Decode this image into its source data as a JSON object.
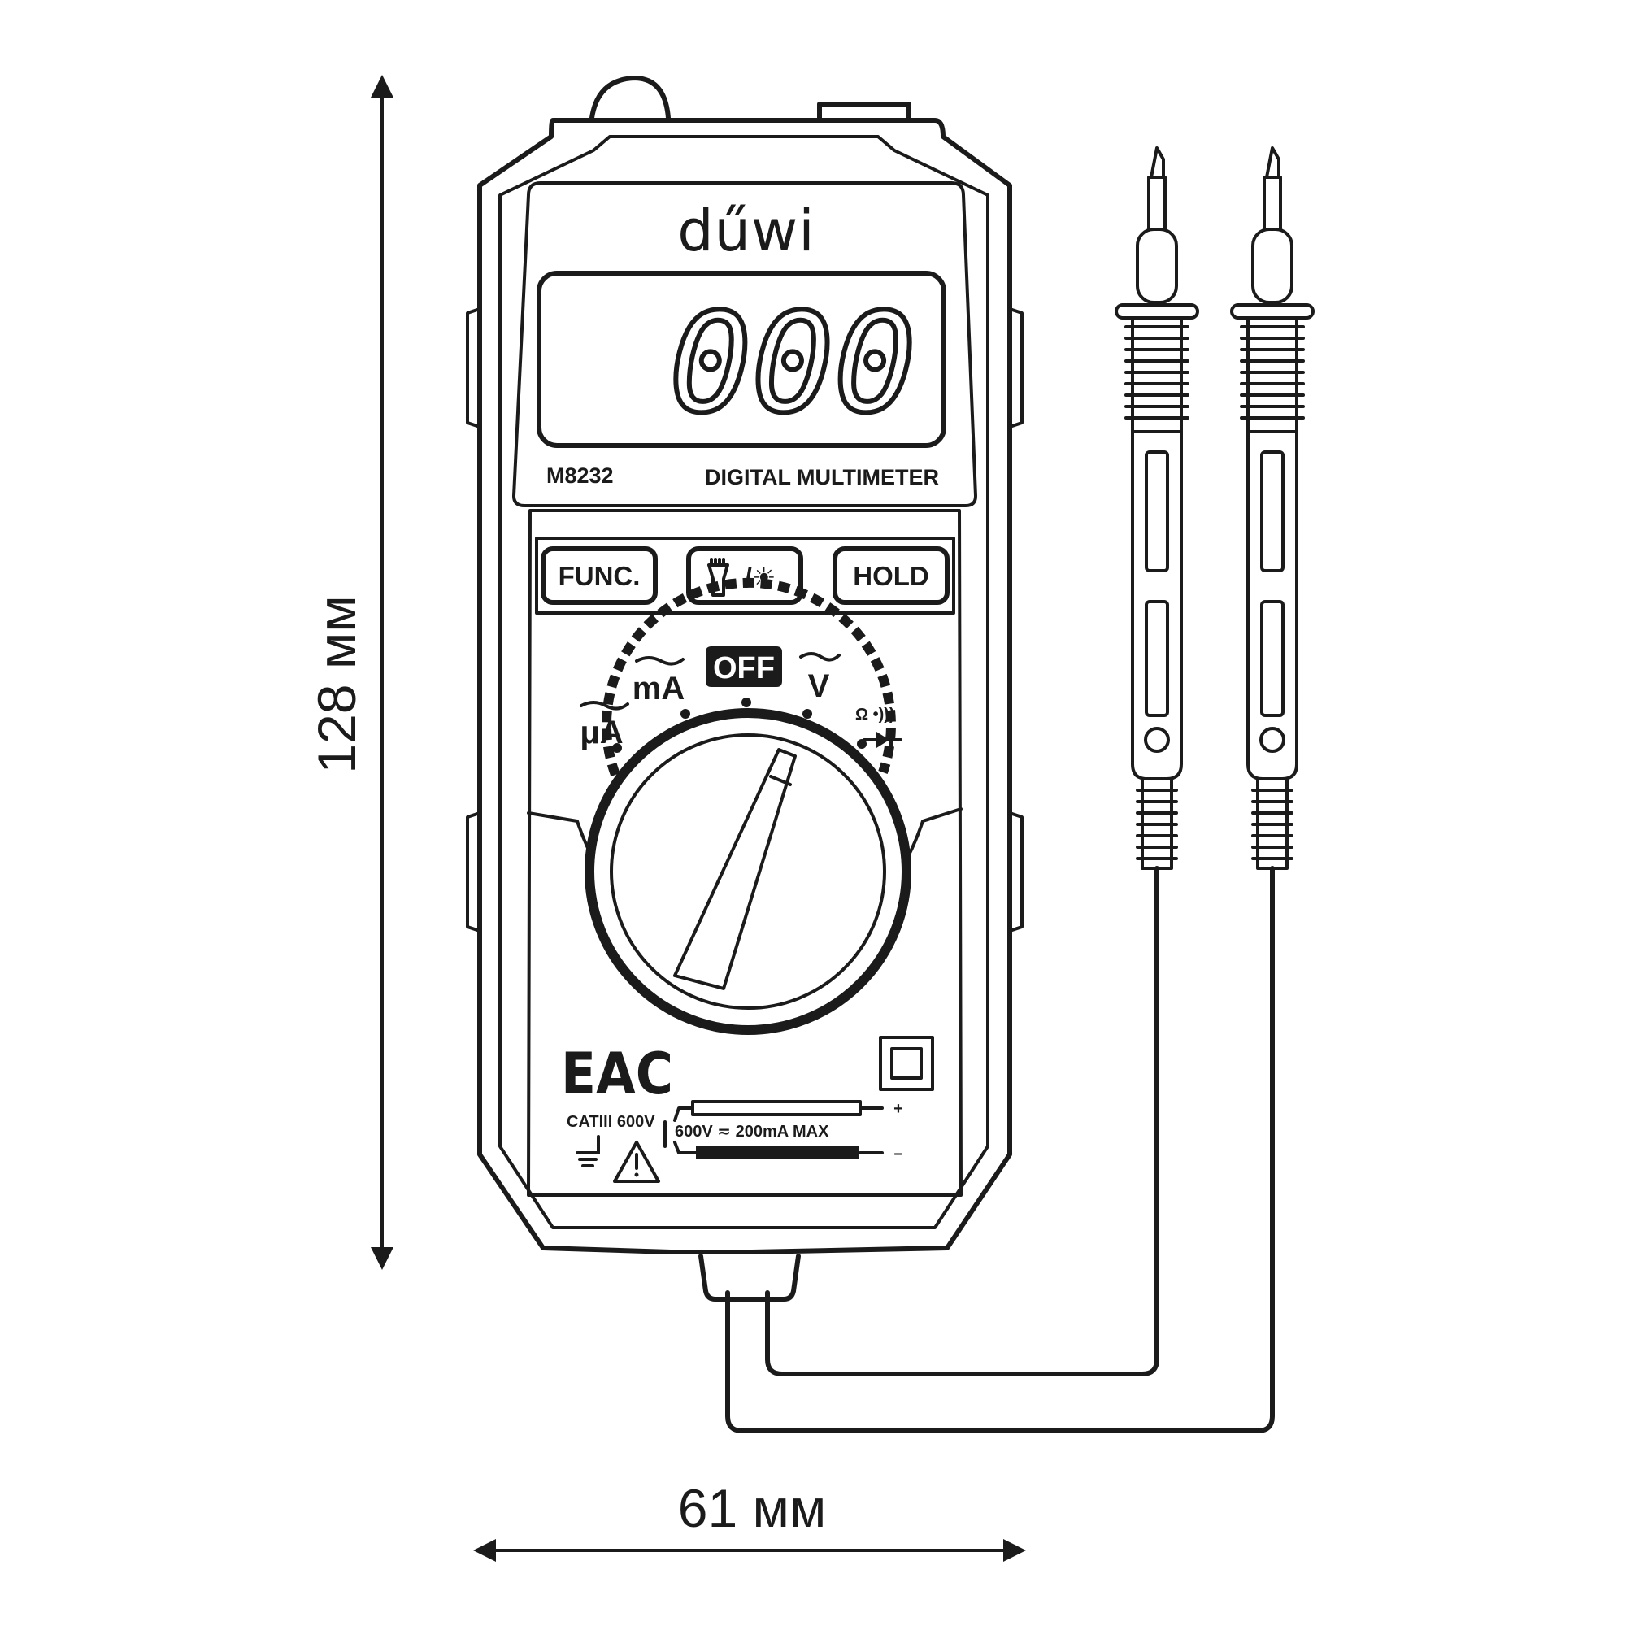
{
  "dimensions": {
    "height_label": "128 мм",
    "width_label": "61 мм"
  },
  "device": {
    "brand": "dűwi",
    "display_reading": "000",
    "model": "M8232",
    "type_label": "DIGITAL MULTIMETER",
    "buttons": [
      {
        "label": "FUNC."
      },
      {
        "label": "/☀",
        "icon": "flashlight-icon"
      },
      {
        "label": "HOLD"
      }
    ],
    "dial": {
      "off_label": "OFF",
      "ranges": [
        "μA",
        "mA",
        "V",
        "Ω •)))"
      ]
    },
    "certification": "EAC",
    "rating": "CATIII 600V",
    "jack_rating": "600V ≂  200mA MAX",
    "plus_sign": "+",
    "minus_sign": "–",
    "icons": [
      "ground-icon",
      "warning-triangle-icon",
      "double-insulation-icon",
      "diode-icon",
      "test-probe-icon"
    ]
  }
}
